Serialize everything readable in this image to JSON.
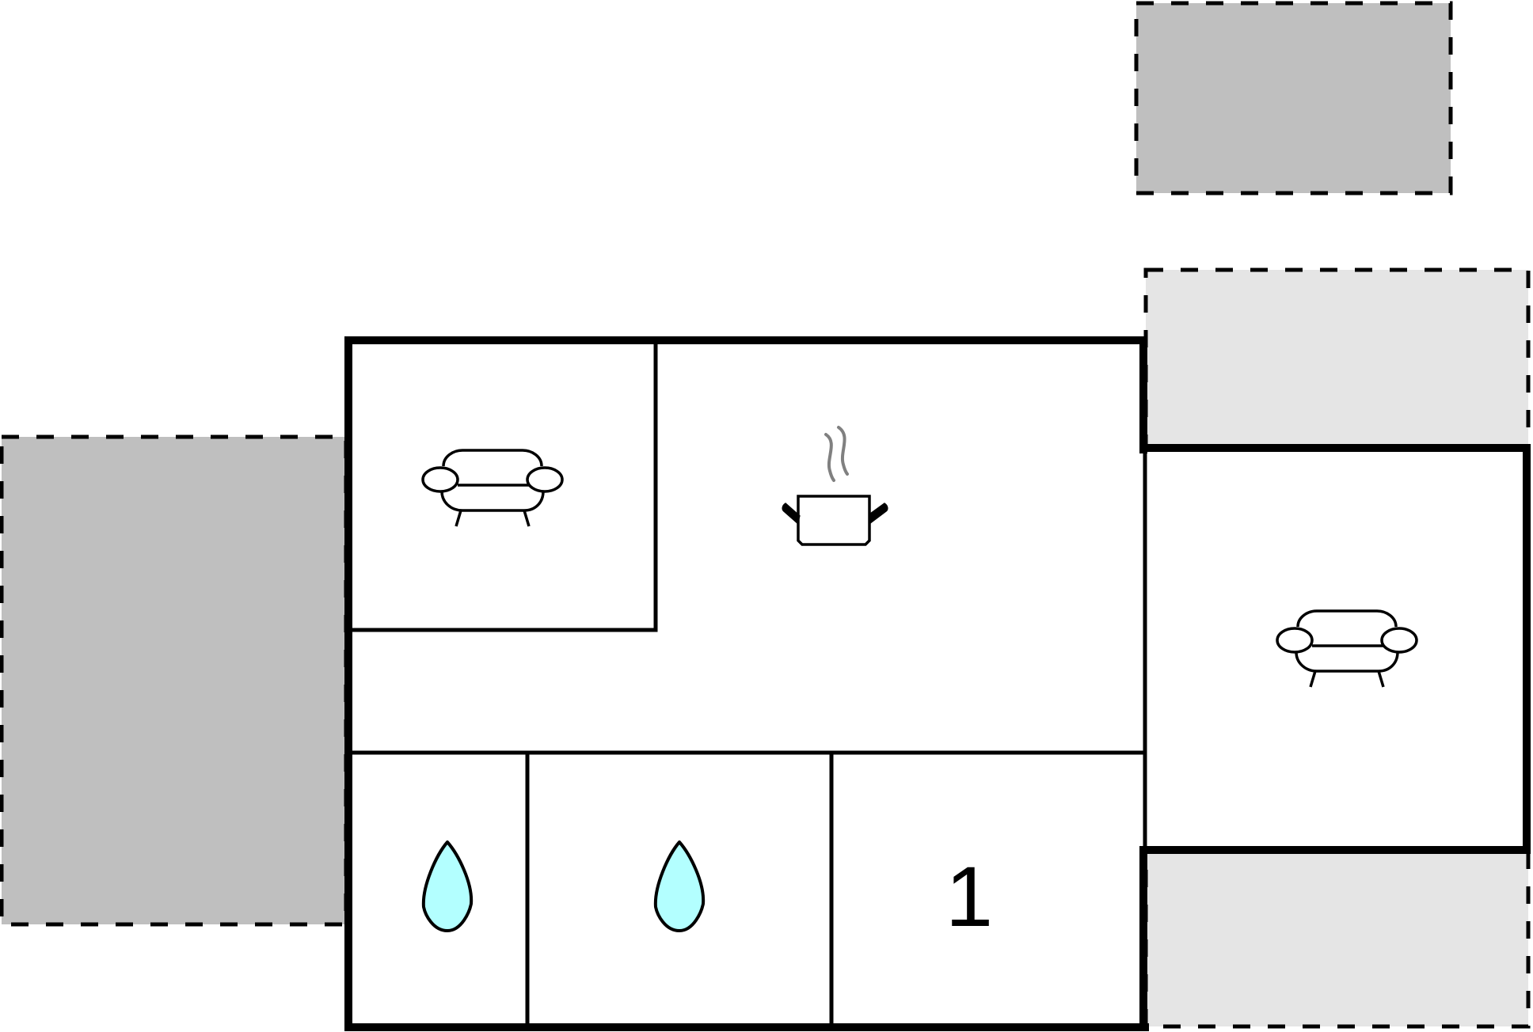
{
  "plan": {
    "colors": {
      "wall": "#000000",
      "outdoor_dark": "#bfbfbf",
      "outdoor_light": "#e5e5e5",
      "water_drop": "#b3ffff",
      "steam": "#808080",
      "background": "#ffffff"
    },
    "outdoor_areas": [
      {
        "id": "terrace-left",
        "shade": "dark"
      },
      {
        "id": "terrace-top-right",
        "shade": "dark"
      },
      {
        "id": "terrace-right-upper",
        "shade": "light"
      },
      {
        "id": "terrace-right-lower",
        "shade": "light"
      }
    ],
    "rooms": [
      {
        "id": "living-room",
        "icon": "sofa-icon"
      },
      {
        "id": "kitchen",
        "icon": "cooking-pot-icon"
      },
      {
        "id": "bathroom-1",
        "icon": "water-drop-icon"
      },
      {
        "id": "bathroom-2",
        "icon": "water-drop-icon"
      },
      {
        "id": "bedroom",
        "icon": "room-number",
        "label": "1"
      },
      {
        "id": "annex-living-room",
        "icon": "sofa-icon"
      }
    ],
    "bedroom_label": "1"
  }
}
